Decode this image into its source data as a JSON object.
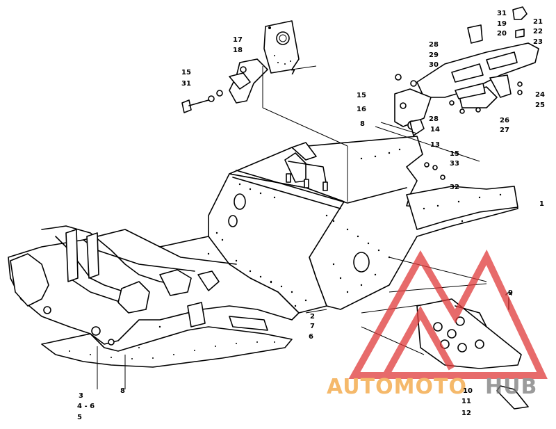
{
  "callouts": [
    {
      "id": "c1",
      "text": "1"
    },
    {
      "id": "c2",
      "text": "2"
    },
    {
      "id": "c3",
      "text": "3"
    },
    {
      "id": "c4",
      "text": "4 - 6"
    },
    {
      "id": "c5",
      "text": "5"
    },
    {
      "id": "c6",
      "text": "6"
    },
    {
      "id": "c7a",
      "text": "7"
    },
    {
      "id": "c7b",
      "text": "7"
    },
    {
      "id": "c8",
      "text": "8"
    },
    {
      "id": "c8b",
      "text": "8"
    },
    {
      "id": "c9",
      "text": "9"
    },
    {
      "id": "c10",
      "text": "10"
    },
    {
      "id": "c11",
      "text": "11"
    },
    {
      "id": "c12",
      "text": "12"
    },
    {
      "id": "c13",
      "text": "13"
    },
    {
      "id": "c14",
      "text": "14"
    },
    {
      "id": "c15a",
      "text": "15"
    },
    {
      "id": "c15b",
      "text": "15"
    },
    {
      "id": "c15c",
      "text": "15"
    },
    {
      "id": "c16",
      "text": "16"
    },
    {
      "id": "c17",
      "text": "17"
    },
    {
      "id": "c18",
      "text": "18"
    },
    {
      "id": "c19",
      "text": "19"
    },
    {
      "id": "c20",
      "text": "20"
    },
    {
      "id": "c21",
      "text": "21"
    },
    {
      "id": "c22",
      "text": "22"
    },
    {
      "id": "c23",
      "text": "23"
    },
    {
      "id": "c24",
      "text": "24"
    },
    {
      "id": "c25",
      "text": "25"
    },
    {
      "id": "c26",
      "text": "26"
    },
    {
      "id": "c27",
      "text": "27"
    },
    {
      "id": "c28",
      "text": "28"
    },
    {
      "id": "c28b",
      "text": "28"
    },
    {
      "id": "c29",
      "text": "29"
    },
    {
      "id": "c30",
      "text": "30"
    },
    {
      "id": "c31a",
      "text": "31"
    },
    {
      "id": "c31b",
      "text": "31"
    },
    {
      "id": "c32",
      "text": "32"
    },
    {
      "id": "c33",
      "text": "33"
    }
  ],
  "watermark": {
    "text_auto": "AUTOMOTO",
    "text_hub": "HUB",
    "color_red": "#e03a3a",
    "color_orange": "#f2a23a",
    "color_gray": "#7a7a7a"
  }
}
